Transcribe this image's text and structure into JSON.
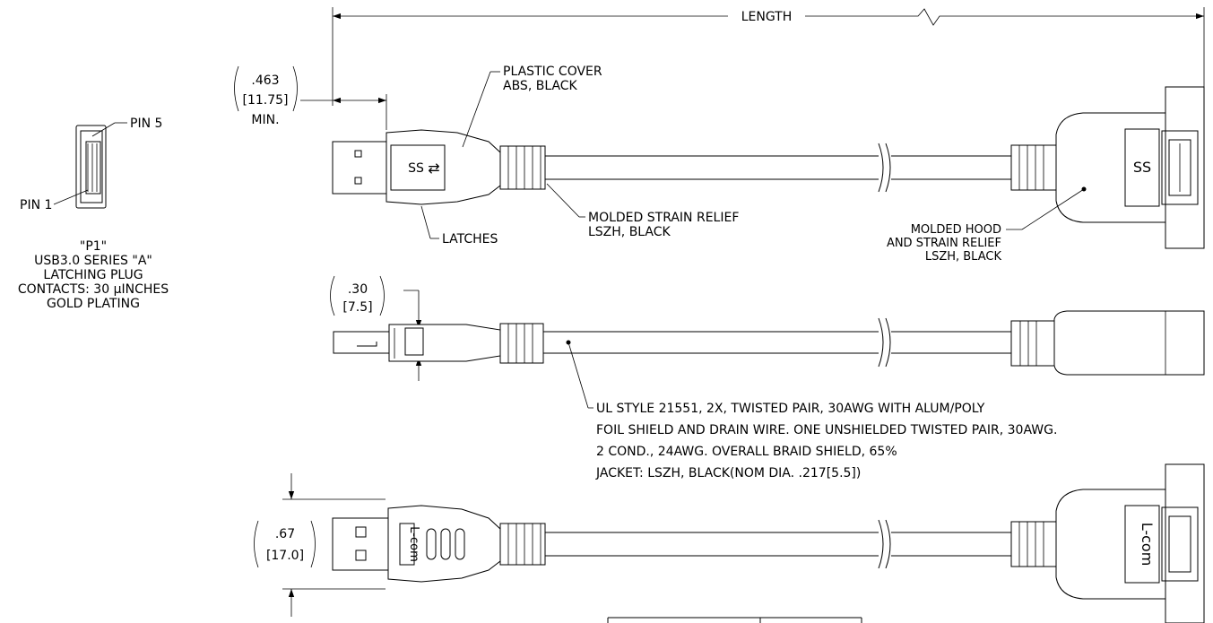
{
  "dimensions": {
    "length": "LENGTH",
    "cover_dim": {
      "inch": ".463",
      "mm": "[11.75]",
      "note": "MIN."
    },
    "thickness_dim": {
      "inch": ".30",
      "mm": "[7.5]"
    },
    "width_dim": {
      "inch": ".67",
      "mm": "[17.0]"
    }
  },
  "pinout": {
    "pin5": "PIN 5",
    "pin1": "PIN 1",
    "caption": [
      "\"P1\"",
      "USB3.0 SERIES \"A\"",
      "LATCHING PLUG",
      "CONTACTS: 30 µINCHES",
      "GOLD PLATING"
    ]
  },
  "callouts": {
    "plastic_cover": [
      "PLASTIC COVER",
      "ABS, BLACK"
    ],
    "latches": "LATCHES",
    "strain_relief": [
      "MOLDED STRAIN RELIEF",
      "LSZH, BLACK"
    ],
    "hood": [
      "MOLDED HOOD",
      "AND STRAIN RELIEF",
      "LSZH, BLACK"
    ],
    "cable_spec": [
      "UL STYLE 21551, 2X, TWISTED PAIR, 30AWG WITH ALUM/POLY",
      "FOIL SHIELD AND DRAIN WIRE. ONE UNSHIELDED TWISTED PAIR, 30AWG.",
      "2 COND., 24AWG. OVERALL BRAID SHIELD, 65%",
      "JACKET: LSZH, BLACK(NOM DIA. .217[5.5])"
    ]
  },
  "logos": {
    "ss_mark": "SS",
    "brand": "L-com"
  },
  "colors": {
    "line": "#000000",
    "background": "#ffffff"
  }
}
